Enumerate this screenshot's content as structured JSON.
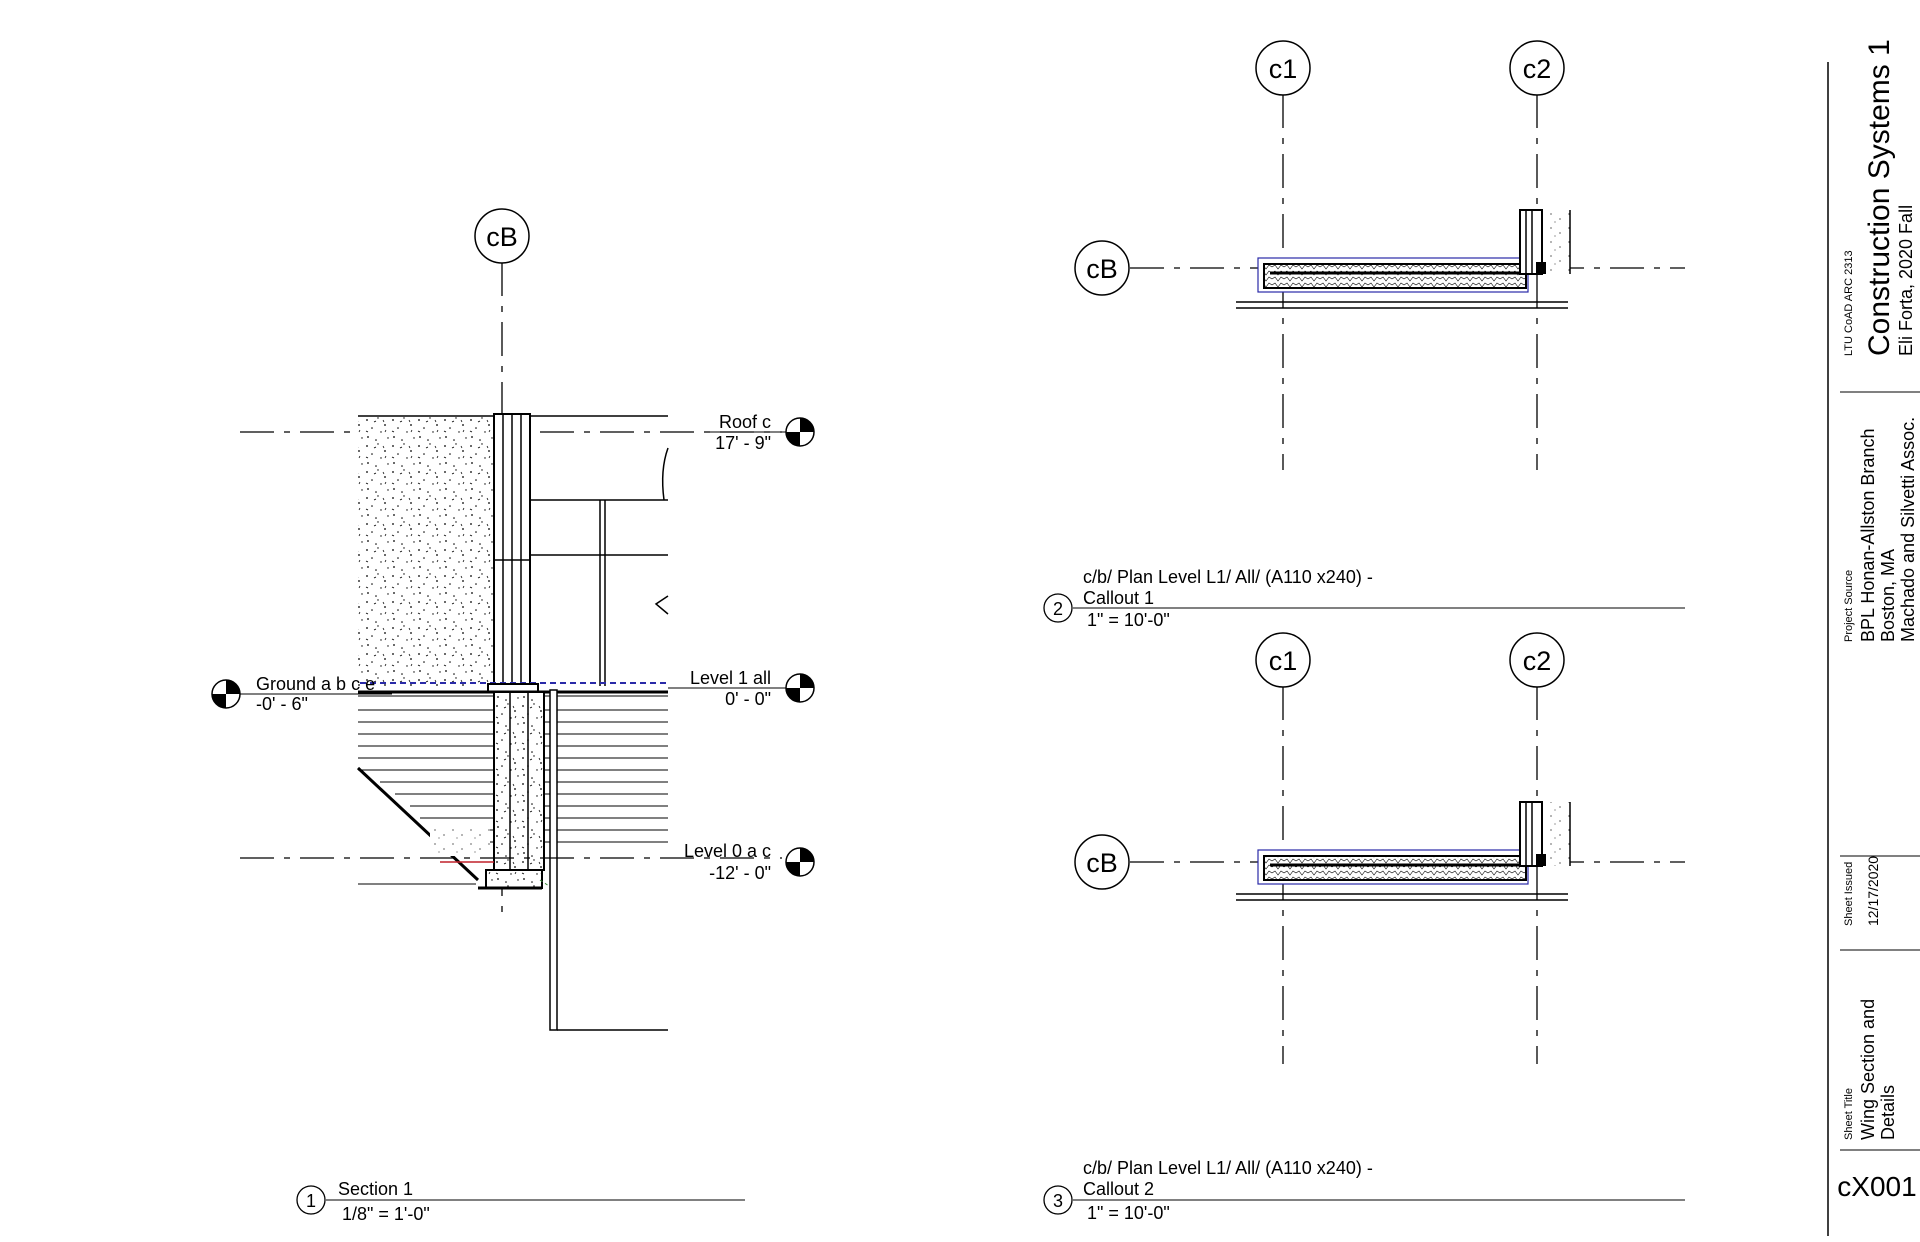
{
  "grid": {
    "section_cB": "cB",
    "c1_top": "c1",
    "c2_top": "c2",
    "cB_top": "cB",
    "c1_bottom": "c1",
    "c2_bottom": "c2",
    "cB_bottom": "cB"
  },
  "levels": {
    "roof": {
      "name": "Roof c",
      "elev": "17' - 9\""
    },
    "ground": {
      "name": "Ground a b c e",
      "elev": "-0' - 6\""
    },
    "level1": {
      "name": "Level 1 all",
      "elev": "0' - 0\""
    },
    "level0": {
      "name": "Level 0 a c",
      "elev": "-12' - 0\""
    }
  },
  "views": {
    "section": {
      "number": "1",
      "title": "Section 1",
      "scale": "1/8\" = 1'-0\""
    },
    "callout1": {
      "number": "2",
      "title_line1": "c/b/  Plan Level L1/ All/ (A110 x240) -",
      "title_line2": "Callout 1",
      "scale": "1\" = 10'-0\""
    },
    "callout2": {
      "number": "3",
      "title_line1": "c/b/  Plan Level L1/ All/ (A110 x240) -",
      "title_line2": "Callout 2",
      "scale": "1\" = 10'-0\""
    }
  },
  "title_block": {
    "course": "LTU CoAD ARC 2313",
    "project_title": "Construction Systems 1",
    "author": "Eli Forta, 2020 Fall",
    "project_source_label": "Project Source",
    "project_source_1": "BPL Honan-Allston Branch",
    "project_source_2": "Boston, MA",
    "project_source_3": "Machado and Silvetti Assoc.",
    "sheet_issued_label": "Sheet Issued",
    "sheet_issued_date": "12/17/2020",
    "sheet_title_label": "Sheet Title",
    "sheet_title_1": "Wing Section and",
    "sheet_title_2": "Details",
    "sheet_number": "cX001"
  }
}
